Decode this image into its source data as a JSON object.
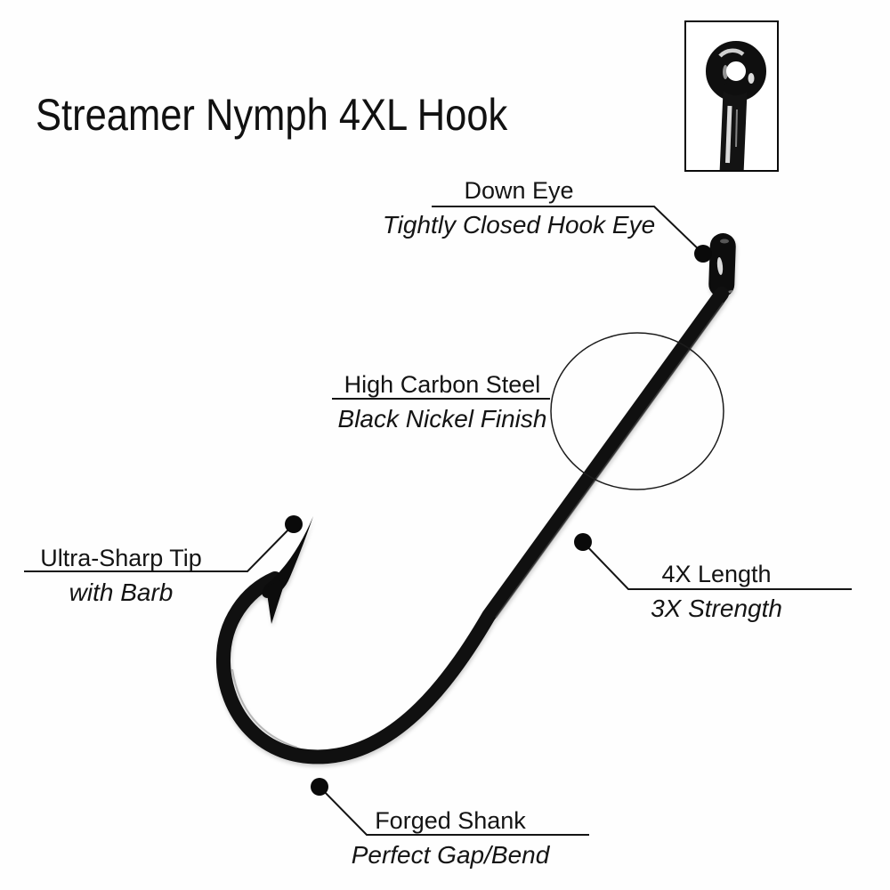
{
  "title": "Streamer Nymph 4XL Hook",
  "product": {
    "subject": "fishing hook",
    "finish_color": "#101010"
  },
  "inset": {
    "name": "hook-eye-closeup-photo"
  },
  "callouts": [
    {
      "id": "down-eye",
      "title": "Down Eye",
      "subtitle": "Tightly Closed Hook Eye"
    },
    {
      "id": "high-carbon-steel",
      "title": "High Carbon Steel",
      "subtitle": "Black Nickel Finish"
    },
    {
      "id": "ultra-sharp-tip",
      "title": "Ultra-Sharp Tip",
      "subtitle": "with Barb"
    },
    {
      "id": "4x-length",
      "title": "4X Length",
      "subtitle": "3X Strength"
    },
    {
      "id": "forged-shank",
      "title": "Forged Shank",
      "subtitle": "Perfect Gap/Bend"
    }
  ],
  "colors": {
    "background": "#fefefe",
    "hook": "#101010",
    "leader_line": "#141414",
    "text": "#141414",
    "inset_border": "#0a0a0a"
  }
}
